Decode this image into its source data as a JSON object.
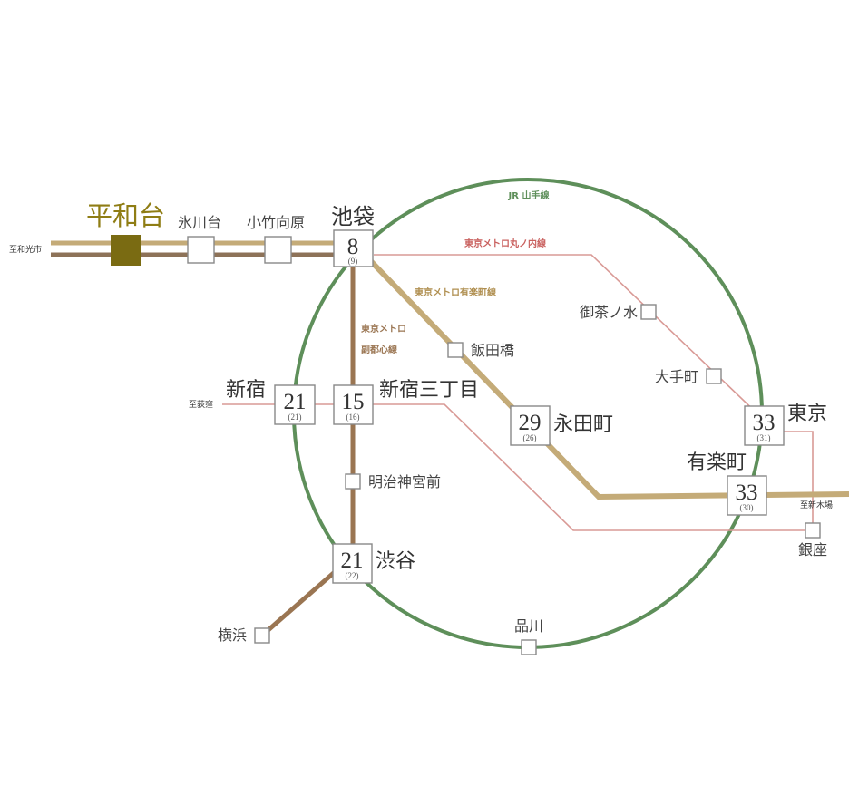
{
  "colors": {
    "yamanote": "#5e8f5a",
    "marunouchi": "#c9605e",
    "marunouchi_thin": "#d99a96",
    "yurakucho": "#c7a86d",
    "fukutoshin": "#9a7552",
    "tobu_gold": "#c4ab78",
    "tobu_brown": "#8d7258",
    "highlight": "#7a6b12",
    "highlight_text": "#8f7d14"
  },
  "lines": {
    "yamanote": "JR 山手線",
    "marunouchi": "東京メトロ丸ノ内線",
    "yurakucho": "東京メトロ有楽町線",
    "fukutoshin_1": "東京メトロ",
    "fukutoshin_2": "副都心線"
  },
  "destinations": {
    "wako": "至和光市",
    "ogikubo": "至荻窪",
    "shinkiba": "至新木場"
  },
  "stations": {
    "heiwadai": "平和台",
    "hikawadai": "氷川台",
    "kotakemukaihara": "小竹向原",
    "ikebukuro": {
      "name": "池袋",
      "time": "8",
      "sub": "(9)"
    },
    "shinjuku": {
      "name": "新宿",
      "time": "21",
      "sub": "(21)"
    },
    "shinjuku3": {
      "name": "新宿三丁目",
      "time": "15",
      "sub": "(16)"
    },
    "iidabashi": "飯田橋",
    "nagatacho": {
      "name": "永田町",
      "time": "29",
      "sub": "(26)"
    },
    "ochanomizu": "御茶ノ水",
    "otemachi": "大手町",
    "tokyo": {
      "name": "東京",
      "time": "33",
      "sub": "(31)"
    },
    "yurakucho": {
      "name": "有楽町",
      "time": "33",
      "sub": "(30)"
    },
    "meijijingumae": "明治神宮前",
    "shibuya": {
      "name": "渋谷",
      "time": "21",
      "sub": "(22)"
    },
    "ginza": "銀座",
    "yokohama": "横浜",
    "shinagawa": "品川"
  }
}
